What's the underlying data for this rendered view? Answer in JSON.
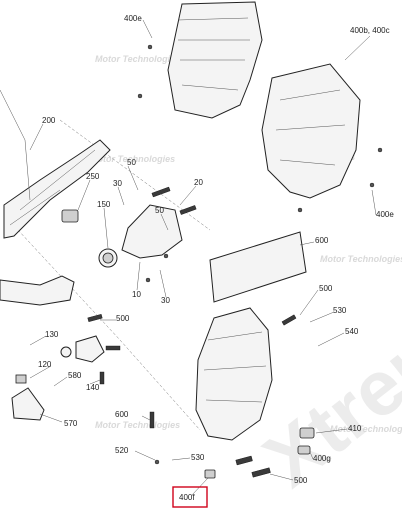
{
  "diagram": {
    "highlighted_label": "400f",
    "callouts": [
      {
        "id": "c-400e-top",
        "text": "400e"
      },
      {
        "id": "c-400b",
        "text": "400b, 400c"
      },
      {
        "id": "c-200",
        "text": "200"
      },
      {
        "id": "c-50a",
        "text": "50"
      },
      {
        "id": "c-250",
        "text": "250"
      },
      {
        "id": "c-30a",
        "text": "30"
      },
      {
        "id": "c-20",
        "text": "20"
      },
      {
        "id": "c-150",
        "text": "150"
      },
      {
        "id": "c-400e-right",
        "text": "400e"
      },
      {
        "id": "c-50b",
        "text": "50"
      },
      {
        "id": "c-600",
        "text": "600"
      },
      {
        "id": "c-10",
        "text": "10"
      },
      {
        "id": "c-30b",
        "text": "30"
      },
      {
        "id": "c-500a",
        "text": "500"
      },
      {
        "id": "c-500b",
        "text": "500"
      },
      {
        "id": "c-530a",
        "text": "530"
      },
      {
        "id": "c-540",
        "text": "540"
      },
      {
        "id": "c-130",
        "text": "130"
      },
      {
        "id": "c-120",
        "text": "120"
      },
      {
        "id": "c-580",
        "text": "580"
      },
      {
        "id": "c-140",
        "text": "140"
      },
      {
        "id": "c-570",
        "text": "570"
      },
      {
        "id": "c-600b",
        "text": "600"
      },
      {
        "id": "c-410",
        "text": "410"
      },
      {
        "id": "c-520",
        "text": "520"
      },
      {
        "id": "c-530b",
        "text": "530"
      },
      {
        "id": "c-400g",
        "text": "400g"
      },
      {
        "id": "c-500c",
        "text": "500"
      },
      {
        "id": "c-400f",
        "text": "400f"
      }
    ],
    "watermark_small": "Motor Technologies",
    "watermark_large": "Xtreme"
  }
}
